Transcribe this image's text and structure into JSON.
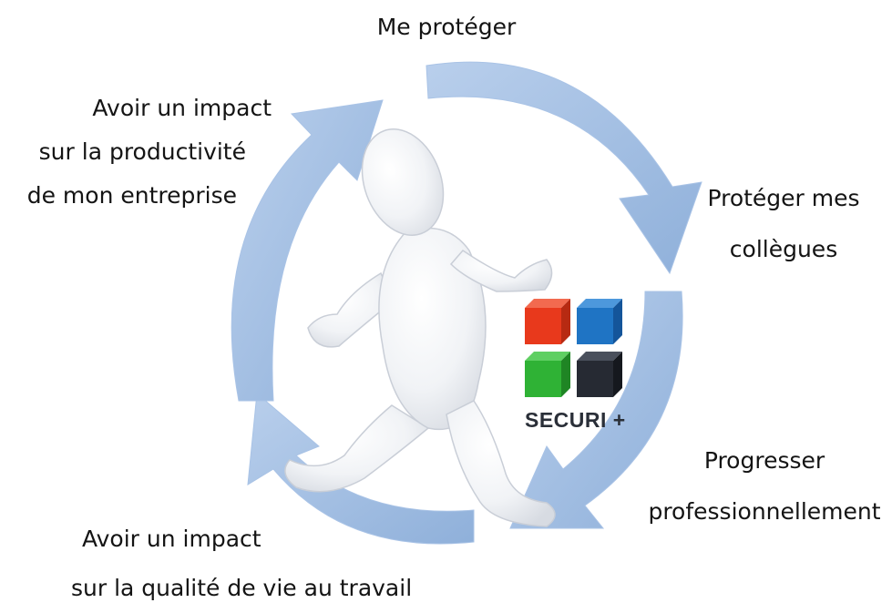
{
  "labels": {
    "top": "Me protéger",
    "top_left": [
      "Avoir un impact",
      "sur la productivité",
      "de mon entreprise"
    ],
    "right": [
      "Protéger mes",
      "collègues"
    ],
    "bottom_right": [
      "Progresser",
      "professionnellement"
    ],
    "bottom_left": [
      "Avoir un impact",
      "sur la qualité de vie au travail"
    ]
  },
  "logo": {
    "text": "SECURI +",
    "colors": {
      "red": "#e8391c",
      "blue": "#1f74c4",
      "green": "#2fb235",
      "dark": "#262a33"
    }
  },
  "arrow_color": "#9ebadf",
  "figure": "running-person-illustration"
}
